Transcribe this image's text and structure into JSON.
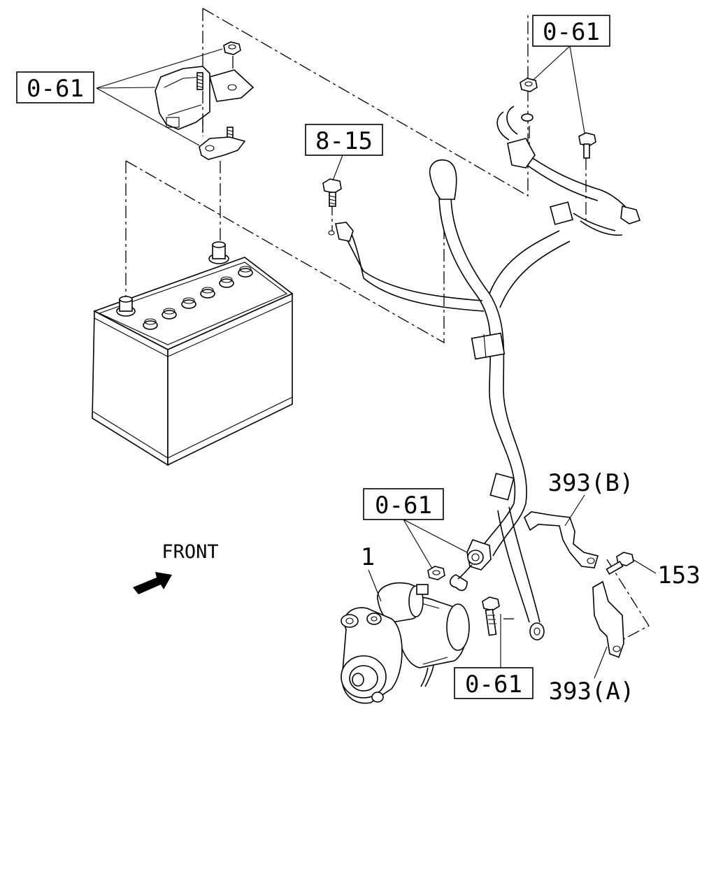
{
  "callouts": {
    "ref_top_left": "0-61",
    "ref_top_right": "0-61",
    "ref_harness_bolt": "8-15",
    "ref_starter_nut": "0-61",
    "ref_starter_bolt": "0-61"
  },
  "labels": {
    "starter_part": "1",
    "bracket_b": "393(B)",
    "bracket_a": "393(A)",
    "bolt_part": "153",
    "front": "FRONT"
  },
  "icons": {
    "front_arrow": "front-arrow-icon"
  }
}
